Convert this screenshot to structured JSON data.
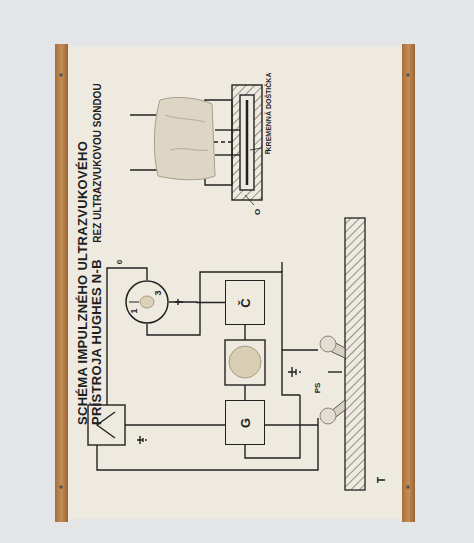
{
  "diagram": {
    "title": "SCHÉMA IMPULZNÉHO ULTRAZVUKOVÉHO PRÍSTROJA HUGHES N-B",
    "nodes": [
      {
        "text": [
          "G"
        ]
      },
      {
        "text": [
          "Č"
        ]
      },
      {
        "text": [
          "1",
          "3"
        ]
      }
    ],
    "edges": [
      {
        "from": 1,
        "to": 2,
        "arrow": "none"
      }
    ],
    "labels": [
      "REZ ULTRAZVUKOVOU SONDOU",
      "P",
      "KREMENNÁ DOŠTIČKA",
      "O",
      "0",
      "PS",
      "T"
    ]
  }
}
